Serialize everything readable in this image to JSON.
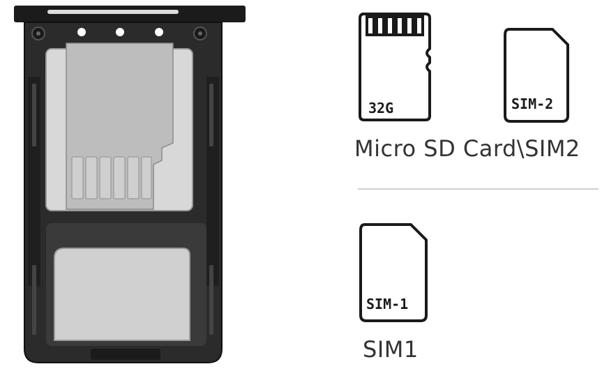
{
  "cards": {
    "microsd_capacity": "32G",
    "sim2_chip_label": "SIM-2",
    "sim1_chip_label": "SIM-1"
  },
  "labels": {
    "top_slot": "Micro SD Card\\SIM2",
    "bottom_slot": "SIM1"
  },
  "colors": {
    "tray_body": "#2b2b2b",
    "tray_outline": "#111111",
    "card_fill": "#c9c9c9",
    "icon_stroke": "#1a1a1a",
    "divider": "#cfcfcf"
  }
}
